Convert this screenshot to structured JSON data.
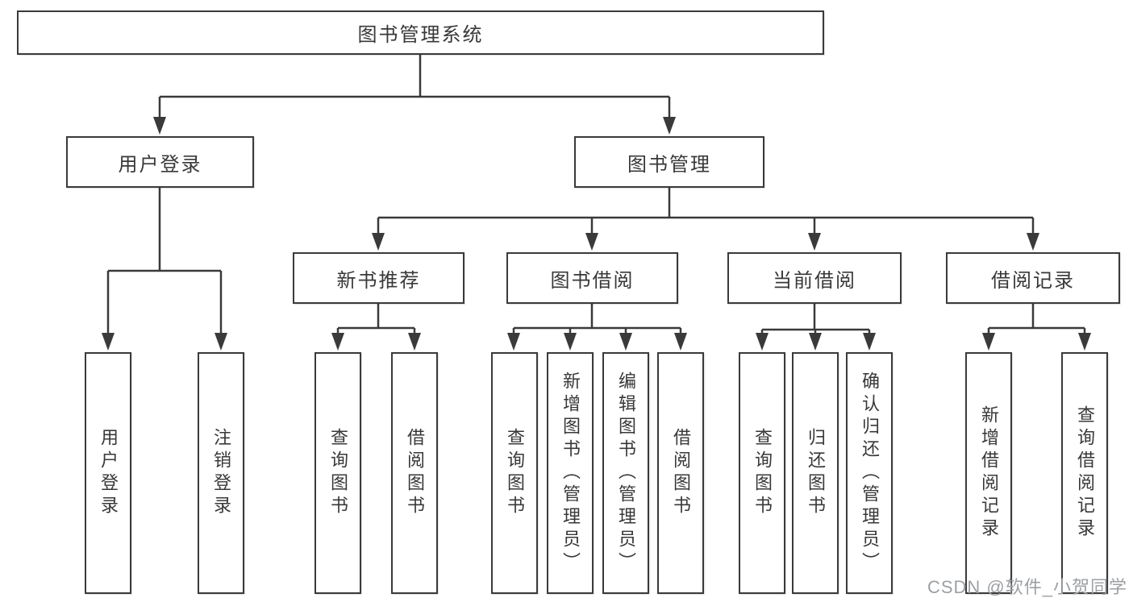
{
  "diagram": {
    "title": "图书管理系统",
    "branches": [
      {
        "label": "用户登录",
        "children": [
          {
            "label": "用户登录"
          },
          {
            "label": "注销登录"
          }
        ]
      },
      {
        "label": "图书管理",
        "children": [
          {
            "label": "新书推荐",
            "children": [
              {
                "label": "查询图书"
              },
              {
                "label": "借阅图书"
              }
            ]
          },
          {
            "label": "图书借阅",
            "children": [
              {
                "label": "查询图书"
              },
              {
                "label": "新增图书（管理员）"
              },
              {
                "label": "编辑图书（管理员）"
              },
              {
                "label": "借阅图书"
              }
            ]
          },
          {
            "label": "当前借阅",
            "children": [
              {
                "label": "查询图书"
              },
              {
                "label": "归还图书"
              },
              {
                "label": "确认归还（管理员）"
              }
            ]
          },
          {
            "label": "借阅记录",
            "children": [
              {
                "label": "新增借阅记录"
              },
              {
                "label": "查询借阅记录"
              }
            ]
          }
        ]
      }
    ]
  },
  "watermark": {
    "text": "CSDN @软件_小贺同学"
  },
  "colors": {
    "line": "#3a3a3a",
    "text": "#383838",
    "watermark": "#9ca0a4",
    "background": "#ffffff"
  }
}
